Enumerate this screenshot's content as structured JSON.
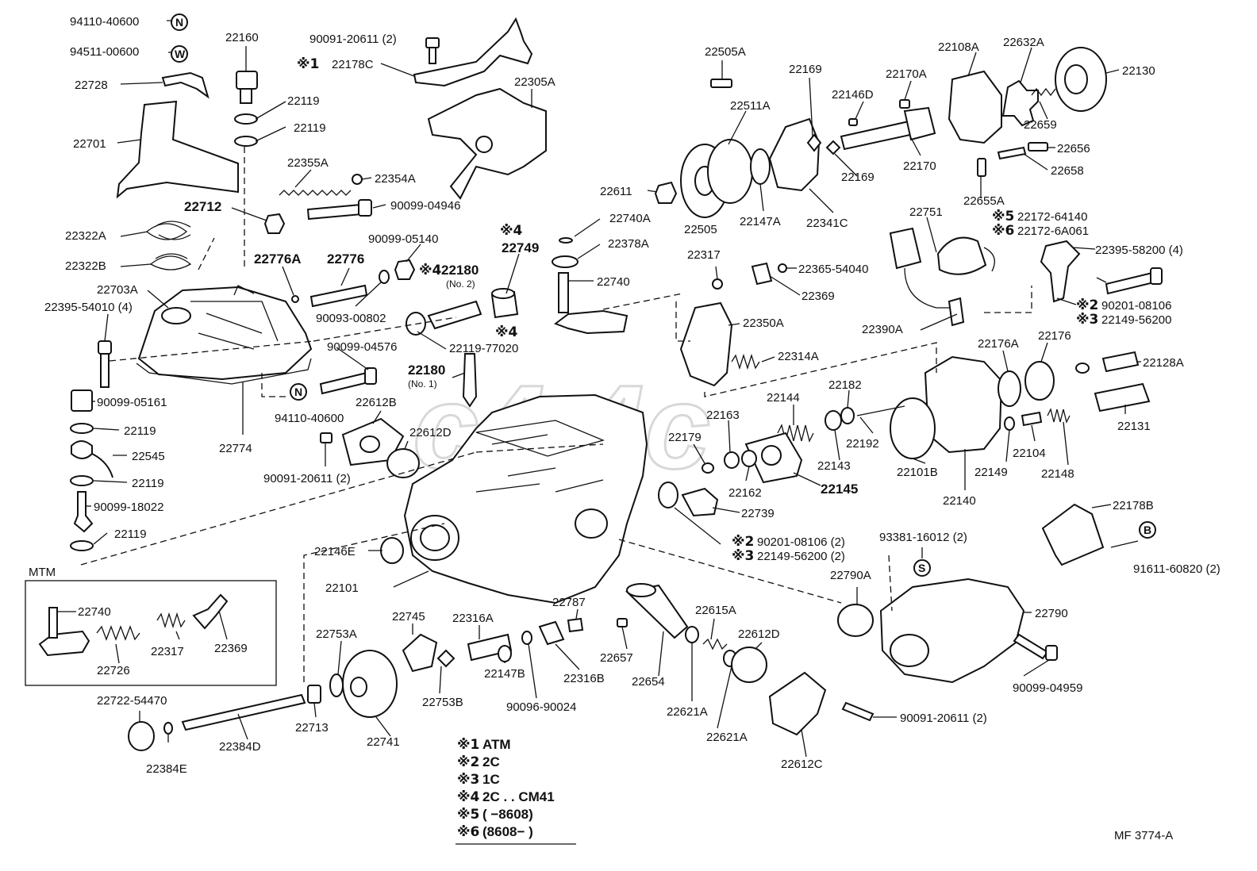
{
  "labels": {
    "l94110_40600_top": "94110-40600",
    "l94511_00600": "94511-00600",
    "l22160": "22160",
    "l22728": "22728",
    "l22119_a": "22119",
    "l22119_b": "22119",
    "l22701": "22701",
    "l22355A": "22355A",
    "l22354A": "22354A",
    "l22712": "22712",
    "l90099_04946": "90099-04946",
    "l22322A": "22322A",
    "l22322B": "22322B",
    "l22776A": "22776A",
    "l22776": "22776",
    "l90099_05140": "90099-05140",
    "l22180_no2": "22180",
    "l22180_no2_sub": "(No. 2)",
    "l22703A": "22703A",
    "l22395_54010": "22395-54010 (4)",
    "l90093_00802": "90093-00802",
    "l22119_77020": "22119-77020",
    "l90099_04576": "90099-04576",
    "l22180_no1": "22180",
    "l22180_no1_sub": "(No. 1)",
    "l90099_05161": "90099-05161",
    "l94110_40600_bot": "94110-40600",
    "l22774": "22774",
    "l22119_c": "22119",
    "l22545": "22545",
    "l22119_d": "22119",
    "l90099_18022": "90099-18022",
    "l22119_e": "22119",
    "l22612B": "22612B",
    "l22612D_a": "22612D",
    "l90091_20611_a": "90091-20611 (2)",
    "l90091_20611_top": "90091-20611 (2)",
    "l22178C": "22178C",
    "l22305A": "22305A",
    "l22749": "22749",
    "l22740A": "22740A",
    "l22378A": "22378A",
    "l22740": "22740",
    "l22505A": "22505A",
    "l22169_a": "22169",
    "l22170A": "22170A",
    "l22108A": "22108A",
    "l22632A": "22632A",
    "l22130": "22130",
    "l22511A": "22511A",
    "l22146D": "22146D",
    "l22659": "22659",
    "l22656": "22656",
    "l22170": "22170",
    "l22658": "22658",
    "l22169_b": "22169",
    "l22611": "22611",
    "l22505": "22505",
    "l22147A": "22147A",
    "l22341C": "22341C",
    "l22655A": "22655A",
    "l22751": "22751",
    "l22172_64140": "22172-64140",
    "l22172_6A061": "22172-6A061",
    "l22395_58200": "22395-58200 (4)",
    "l22317": "22317",
    "l22365_54040": "22365-54040",
    "l22369": "22369",
    "l90201_08106_a": "90201-08106",
    "l22149_56200_a": "22149-56200",
    "l22350A": "22350A",
    "l22390A": "22390A",
    "l22314A": "22314A",
    "l22176A": "22176A",
    "l22176": "22176",
    "l22128A": "22128A",
    "l22144": "22144",
    "l22182": "22182",
    "l22163": "22163",
    "l22179": "22179",
    "l22143": "22143",
    "l22192": "22192",
    "l22162": "22162",
    "l22145": "22145",
    "l22101B": "22101B",
    "l22149": "22149",
    "l22104": "22104",
    "l22148": "22148",
    "l22131": "22131",
    "l22140": "22140",
    "l22739": "22739",
    "l22178B": "22178B",
    "l90201_08106_b": "90201-08106 (2)",
    "l22149_56200_b": "22149-56200 (2)",
    "l93381_16012": "93381-16012 (2)",
    "l91611_60820": "91611-60820 (2)",
    "l22146E": "22146E",
    "l22790A": "22790A",
    "l22101": "22101",
    "l22790": "22790",
    "l22787": "22787",
    "l22745": "22745",
    "l22316A": "22316A",
    "l22615A": "22615A",
    "l22612D_b": "22612D",
    "l22753A": "22753A",
    "l22657": "22657",
    "l22147B": "22147B",
    "l22316B": "22316B",
    "l22654": "22654",
    "l22753B": "22753B",
    "l90096_90024": "90096-90024",
    "l22621A_a": "22621A",
    "l22621A_b": "22621A",
    "l90099_04959": "90099-04959",
    "l90091_20611_b": "90091-20611 (2)",
    "l22722_54470": "22722-54470",
    "l22713": "22713",
    "l22741": "22741",
    "l22384D": "22384D",
    "l22384E": "22384E",
    "l22612C": "22612C",
    "mtm": "MTM",
    "mtm_22740": "22740",
    "mtm_22317": "22317",
    "mtm_22369": "22369",
    "mtm_22726": "22726",
    "doc_code": "MF  3774-A"
  },
  "markers": {
    "m1": "※1",
    "m2": "※2",
    "m3": "※3",
    "m4": "※4",
    "m5": "※5",
    "m6": "※6"
  },
  "circle_letters": {
    "n1": "N",
    "w": "W",
    "n2": "N",
    "s": "S",
    "b": "B"
  },
  "legend": [
    {
      "mark": "※1",
      "text": "ATM"
    },
    {
      "mark": "※2",
      "text": "2C"
    },
    {
      "mark": "※3",
      "text": "1C"
    },
    {
      "mark": "※4",
      "text": "2C . . CM41"
    },
    {
      "mark": "※5",
      "text": "(        −8608)"
    },
    {
      "mark": "※6",
      "text": "(8608−         )"
    }
  ]
}
